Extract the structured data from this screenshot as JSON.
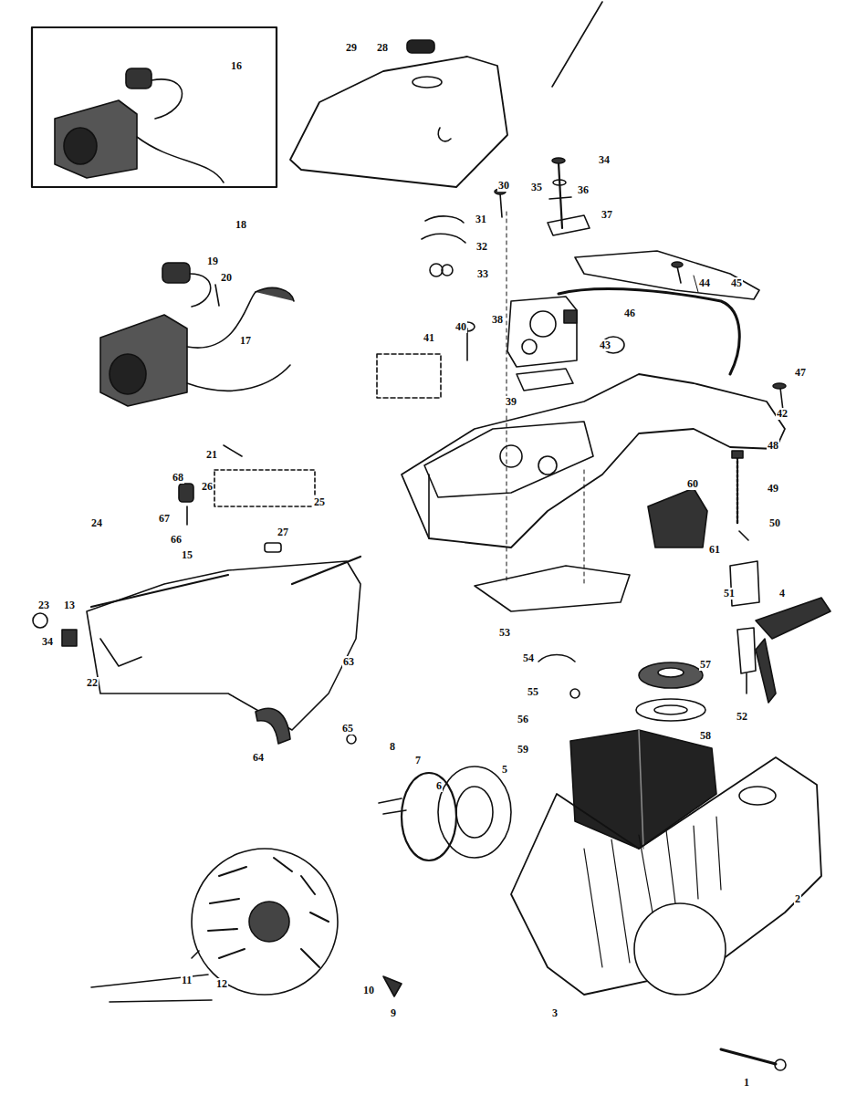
{
  "diagram": {
    "labels": [
      "16",
      "29",
      "28",
      "34",
      "30",
      "35",
      "36",
      "37",
      "31",
      "32",
      "18",
      "33",
      "19",
      "20",
      "44",
      "45",
      "46",
      "38",
      "40",
      "41",
      "17",
      "43",
      "47",
      "39",
      "42",
      "21",
      "48",
      "68",
      "26",
      "60",
      "49",
      "25",
      "67",
      "24",
      "50",
      "27",
      "66",
      "61",
      "15",
      "51",
      "4",
      "23",
      "13",
      "53",
      "34",
      "54",
      "63",
      "57",
      "22",
      "55",
      "58",
      "64",
      "56",
      "65",
      "52",
      "8",
      "59",
      "7",
      "5",
      "6",
      "2",
      "12",
      "11",
      "10",
      "3",
      "9",
      "1"
    ]
  }
}
